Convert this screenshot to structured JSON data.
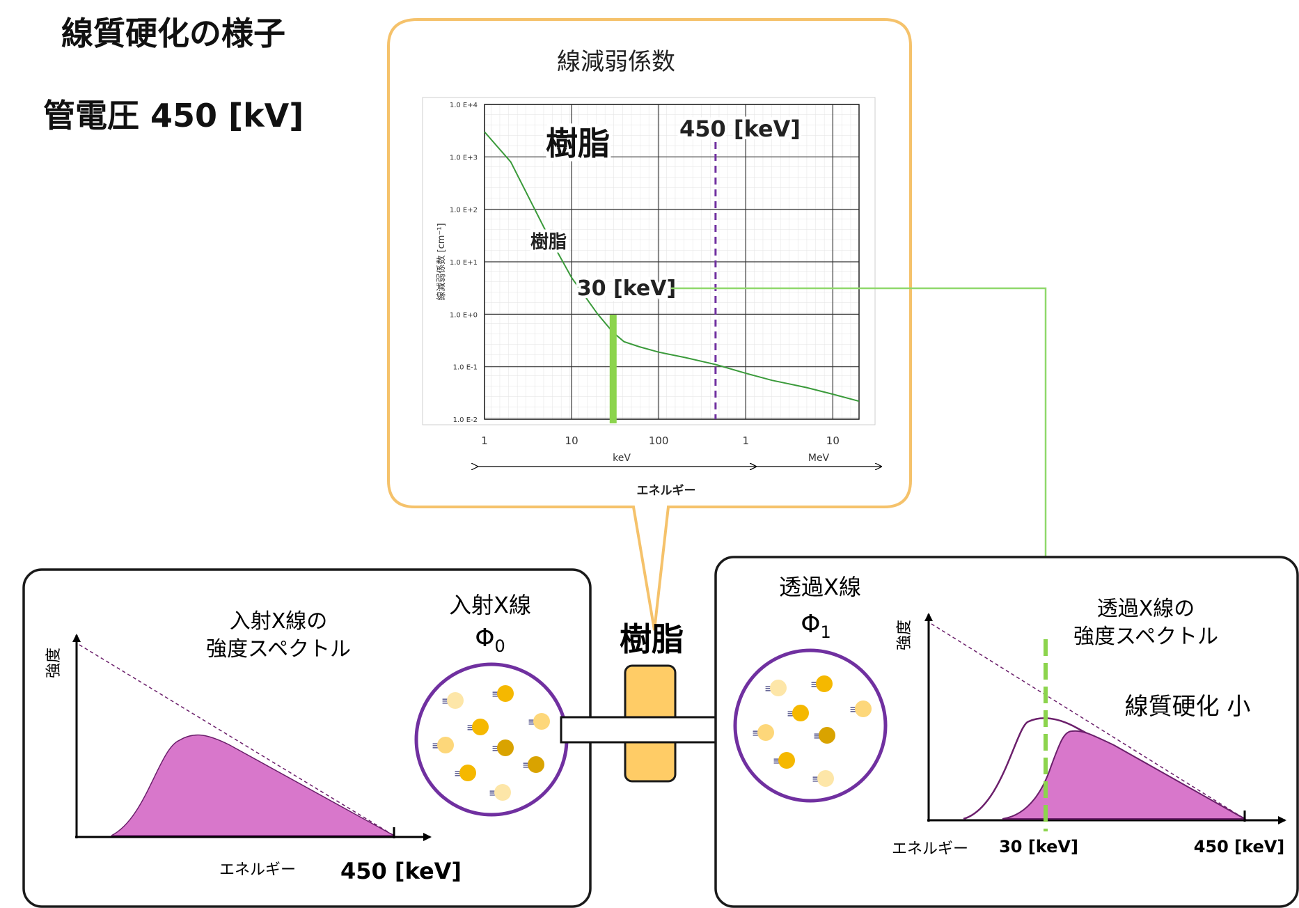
{
  "title": "線質硬化の様子",
  "tube_voltage": "管電圧 450 [kV]",
  "colors": {
    "bubble_border": "#f5c26b",
    "box_border": "#1a1a1a",
    "spectrum_fill": "#d877cb",
    "spectrum_line": "#6b1f6b",
    "circle_border": "#7030a0",
    "absorber_fill": "#ffcc66",
    "curve_green": "#3a9a3a",
    "marker_green": "#8cd44d",
    "guide_green": "#8fd86b",
    "dashed_purple": "#7030a0"
  },
  "graph": {
    "heading": "線減弱係数",
    "material_label": "樹脂",
    "curve_label": "樹脂",
    "marker_label": "30 [keV]",
    "voltage_label": "450 [keV]",
    "ylabel": "線減弱係数 [cm⁻¹]",
    "xlabel": "エネルギー",
    "y_ticks": [
      "1.0 E+4",
      "1.0 E+3",
      "1.0 E+2",
      "1.0 E+1",
      "1.0 E+0",
      "1.0 E-1",
      "1.0 E-2"
    ],
    "x_ticks": [
      "1",
      "10",
      "100",
      "1",
      "10"
    ],
    "unit_kev": "keV",
    "unit_mev": "MeV"
  },
  "chart_data": {
    "type": "line",
    "x_scale": "log",
    "y_scale": "log",
    "xlim_keV": [
      1,
      20000
    ],
    "ylim": [
      0.01,
      10000
    ],
    "series": [
      {
        "name": "樹脂",
        "x_keV": [
          1,
          2,
          5,
          10,
          20,
          30,
          40,
          60,
          100,
          200,
          450,
          1000,
          2000,
          5000,
          10000,
          20000
        ],
        "values": [
          3000,
          800,
          40,
          5,
          1.0,
          0.45,
          0.3,
          0.24,
          0.19,
          0.15,
          0.11,
          0.075,
          0.055,
          0.04,
          0.03,
          0.022
        ]
      }
    ],
    "markers_keV": [
      30,
      450
    ]
  },
  "absorber_label": "樹脂",
  "left_panel": {
    "spectrum_title_1": "入射X線の",
    "spectrum_title_2": "強度スペクトル",
    "ylabel": "強度",
    "xlabel": "エネルギー",
    "x_end_label": "450 [keV]",
    "beam_title": "入射X線",
    "beam_symbol": "Φ",
    "beam_subscript": "0",
    "photon_mark": "≡"
  },
  "right_panel": {
    "beam_title": "透過X線",
    "beam_symbol": "Φ",
    "beam_subscript": "1",
    "spectrum_title_1": "透過X線の",
    "spectrum_title_2": "強度スペクトル",
    "ylabel": "強度",
    "xlabel": "エネルギー",
    "x_mid_label": "30 [keV]",
    "x_end_label": "450 [keV]",
    "hardening_label": "線質硬化 小",
    "photon_mark": "≡"
  }
}
